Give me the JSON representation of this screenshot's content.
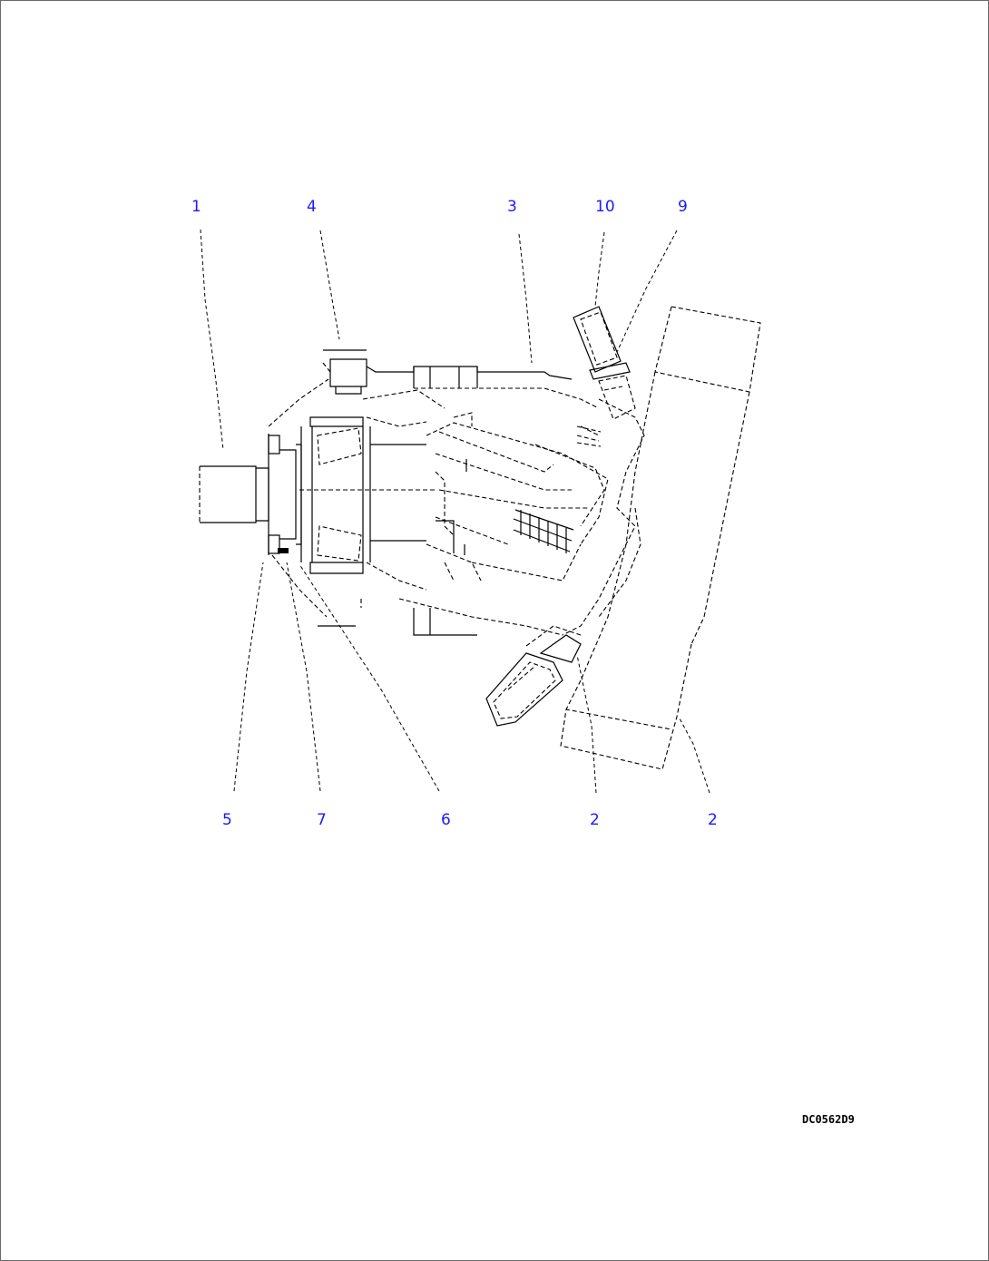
{
  "callouts": [
    {
      "id": "c1",
      "label": "1"
    },
    {
      "id": "c4",
      "label": "4"
    },
    {
      "id": "c3",
      "label": "3"
    },
    {
      "id": "c10",
      "label": "10"
    },
    {
      "id": "c9",
      "label": "9"
    },
    {
      "id": "c5",
      "label": "5"
    },
    {
      "id": "c7",
      "label": "7"
    },
    {
      "id": "c6",
      "label": "6"
    },
    {
      "id": "c2a",
      "label": "2"
    },
    {
      "id": "c2b",
      "label": "2"
    }
  ],
  "drawing_code": "DC0562D9",
  "colors": {
    "callout_text": "#1a1aff",
    "line": "#000000",
    "frame": "#6a6a6a"
  }
}
